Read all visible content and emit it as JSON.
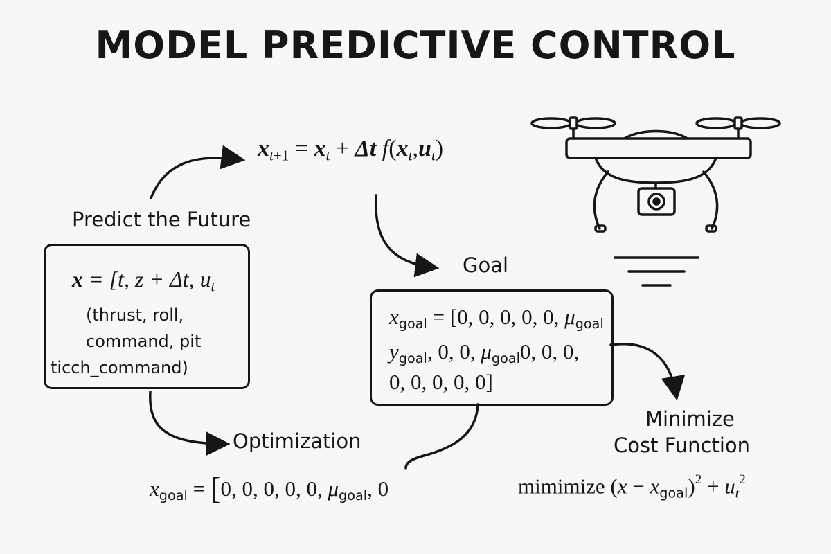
{
  "title": "MODEL PREDICTIVE CONTROL",
  "predict": {
    "label": "Predict the Future",
    "equation": {
      "x": "x",
      "t1": "t",
      "plus1": "+1",
      "eq": " = ",
      "xt": "x",
      "tsub": "t",
      "plus": " + ",
      "dt": "Δt",
      "f": "f",
      "open": "(",
      "xt2": "x",
      "t2": "t",
      "comma": ",",
      "u": "u",
      "t3": "t",
      "close": ")"
    }
  },
  "state_box": {
    "line1": {
      "x": "x",
      "rest": "= [t, z + Δt, u",
      "t": "t"
    },
    "line2": "(thrust, roll,",
    "line3": "command, pit",
    "line4": "ticch_command)"
  },
  "goal": {
    "label": "Goal",
    "line1": {
      "x": "x",
      "sub": "goal",
      "rest": "= [0, 0, 0, 0, 0, ",
      "mu": "μ",
      "musub": "goal"
    },
    "line2": {
      "y": "y",
      "sub": "goal",
      "rest": ", 0, 0, ",
      "mu": "μ",
      "musub": "goal",
      "tail": "0, 0, 0,"
    },
    "line3": "0, 0, 0, 0, 0]"
  },
  "optimization": {
    "label": "Optimization",
    "eq": {
      "x": "x",
      "sub": "goal",
      "rest": " = ",
      "bracket": "[",
      "vals": "0, 0, 0, 0, 0, ",
      "mu": "μ",
      "musub": "goal",
      "tail": ", 0"
    }
  },
  "cost": {
    "label1": "Minimize",
    "label2": "Cost Function",
    "eq": {
      "word": "mimimize ",
      "open": "(",
      "x": "x",
      "minus": " − ",
      "x2": "x",
      "sub": "goal",
      "close": ")",
      "sup": "2",
      "plus": " + ",
      "u": "u",
      "usub": "t",
      "usup": "2"
    }
  },
  "icons": {
    "drone": "drone-icon",
    "arrows": "curved-arrow"
  }
}
